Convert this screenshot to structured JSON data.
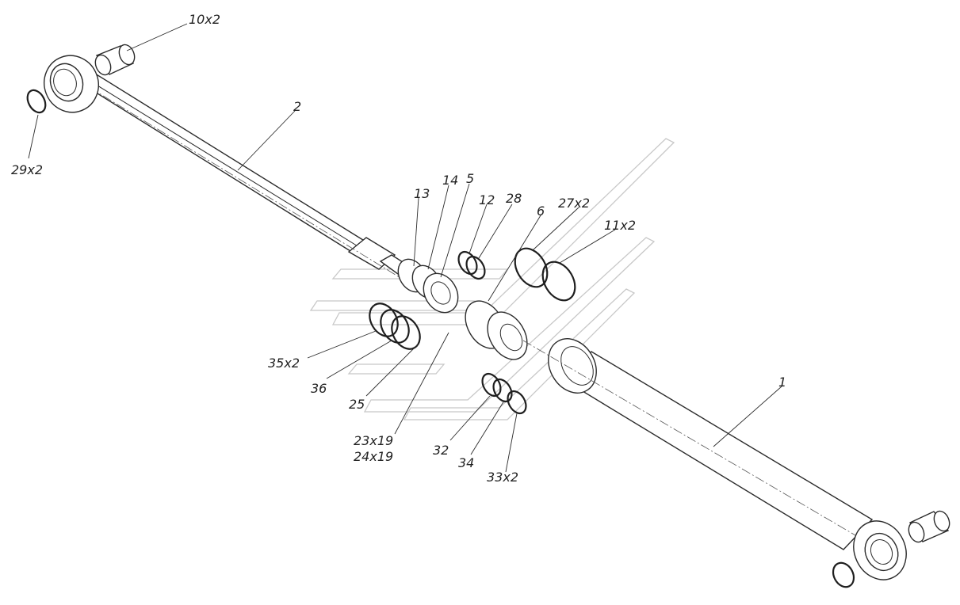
{
  "callouts": {
    "p10": "10x2",
    "p2": "2",
    "p29": "29x2",
    "p13": "13",
    "p14": "14",
    "p5": "5",
    "p12": "12",
    "p28": "28",
    "p6": "6",
    "p27": "27x2",
    "p11": "11x2",
    "p35": "35x2",
    "p36": "36",
    "p25": "25",
    "p23": "23x19",
    "p24": "24x19",
    "p32": "32",
    "p34": "34",
    "p33": "33x2",
    "p1": "1"
  }
}
